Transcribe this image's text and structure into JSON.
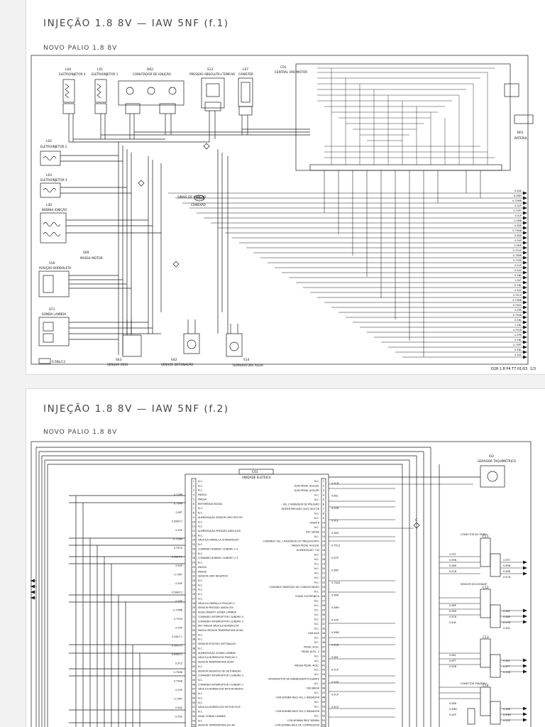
{
  "page1": {
    "title": "INJEÇÃO 1.8 8V — IAW 5NF (f.1)",
    "subtitle": "NOVO PALIO 1.8 8V",
    "footer_code": "D28 1.8 P4 T7 01/03",
    "page_number": "1/3",
    "components": [
      {
        "code": "L04",
        "label": "ELETROINJETOR 4"
      },
      {
        "code": "L01",
        "label": "ELETROINJETOR 1"
      },
      {
        "code": "D62",
        "label": "COMUTADOR DE IGNIÇÃO"
      },
      {
        "code": "S13",
        "label": "PRESSÃO ABSOLUTA+TEMP.AR"
      },
      {
        "code": "L07",
        "label": "CANISTER"
      },
      {
        "code": "C01",
        "label": "CENTRAL VÃO MOTOR"
      },
      {
        "code": "L02",
        "label": "ELETROINJETOR 2"
      },
      {
        "code": "L03",
        "label": "ELETROINJETOR 3"
      },
      {
        "code": "L30",
        "label": "BOBINA IGNIÇÃO"
      },
      {
        "code": "S09",
        "label": "MASSA MOTOR"
      },
      {
        "code": "S16",
        "label": "POSIÇÃO BORBOLETA"
      },
      {
        "code": "S71",
        "label": "SONDA LAMBDA"
      },
      {
        "code": "S43",
        "label": "SENSOR GIRO"
      },
      {
        "code": "S42",
        "label": "SENSOR DETONAÇÃO"
      },
      {
        "code": "S14",
        "label": "TEMPERATURA ÁGUA"
      },
      {
        "code": "B01",
        "label": "BATERIA"
      },
      {
        "code": "G404",
        "label": "CONEXÃO"
      }
    ],
    "notes": [
      "SINAIS DE IGNIÇÃO",
      "0.5NL/C2"
    ],
    "wire_labels": [
      "0.5AZ",
      "6.0NM",
      "0.75MR",
      "0.5VP",
      "0.75PT",
      "0.5LP",
      "0.5MB",
      "0.5BR",
      "0.75MB",
      "0.5BR",
      "0.5VP",
      "0.5MR",
      "0.75VE",
      "0.75BR",
      "0.75PR",
      "0.5VE",
      "0.5AZ",
      "0.5NL",
      "1.5VT",
      "0.5NL",
      "0.5AZ",
      "0.75CZ",
      "0.75MB",
      "0.75AZ",
      "0.5PR",
      "0.75AB",
      "0.5NL",
      "1.5NL",
      "0.75VB",
      "0.5PR",
      "0.5NL",
      "0.75PT",
      "0.5NL",
      "0.5AZ"
    ]
  },
  "page2": {
    "title": "INJEÇÃO 1.8 8V — IAW 5NF (f.2)",
    "subtitle": "NOVO PALIO 1.8 8V",
    "ecu_label": "UNIDADE ELETRICA",
    "ecu_code": "C01",
    "generator_code": "I02",
    "generator_label": "GERADOR TAQUIMETRICO",
    "connector_code": "C",
    "left_pins": [
      "N.C.",
      "N.C.",
      "N.C.",
      "MASSA",
      "MASSA",
      "REFERÊNCIA MASSA",
      "N.C.",
      "N.C.",
      "ALIMENTAÇÃO SENSOR GIRO MOTOR",
      "N.C.",
      "N.C.",
      "ALIMENTAÇÃO PRESSÃO ABSOLUTA",
      "N.C.",
      "VÁLVULA FARFALLA ALIMENTAÇÃO",
      "N.C.",
      "COMANDO BOBINA CILINDRO 1-4",
      "N.C.",
      "COMANDO BOBINA CILINDRO 2-3",
      "N.C.",
      "MASSA",
      "MASSA",
      "SENSOR GIRO NEGATIVO",
      "N.C.",
      "N.C.",
      "N.C.",
      "N.C.",
      "N.C.",
      "VÁLVULA FARFALLA POSIÇÃO 2",
      "SENSOR PRESSÃO ABSOLUTA",
      "AQUECIMENTO SONDA LAMBDA",
      "COMANDO INTERRUPTOR CILINDRO 4",
      "COMANDO INTERRUPTOR CILINDRO 2",
      "REF. MASSA VÁLVULA BORBOLETA",
      "MASSA SENSOR TEMPERATURA ÁGUA",
      "N.C.",
      "N.C.",
      "SENSOR POSITIVO DETONAÇÃO",
      "N.C.",
      "ALIMENTAÇÃO SONDA LAMBDA",
      "VÁLVULA BORBOLETA POSIÇÃO 1",
      "SENSOR TEMPERATURA ÁGUA",
      "N.C.",
      "SENSOR NEGATIVO DE DETONAÇÃO",
      "COMANDO INTERRUPTOR CILINDRO 3",
      "N.C.",
      "COMANDO INTERRUPTOR CILINDRO 1",
      "VÁLVULA BORBOLETA MOTOR MENOS",
      "N.C.",
      "N.C.",
      "N.C.",
      "VÁLVULA BORBOLETA MOTOR PLUS",
      "N.C.",
      "SINAL SONDA LAMBDA",
      "N.C.",
      "SENSOR TEMPERATURA DO AR"
    ],
    "right_pins": [
      "N.C.",
      "ALIM.PEDAL ACELER.",
      "ALIM.PEDAL ACELER.",
      "N.C.",
      "N.C.",
      "VEL.2 RADIADOR DE PRESSÃO",
      "INTERR.PRESSÃO ÓLEO MOTOR",
      "N.C.",
      "N.C.",
      "LINHA K",
      "N.C.",
      "KEY SENSE",
      "N.C.",
      "COMANDO VEL.1 RADIADOR DO PRESSOSTATO",
      "MASSA PEDAL ACELER.",
      "ALIMENTAÇÃO +30",
      "N.C.",
      "N.C.",
      "N.C.",
      "N.C.",
      "N.C.",
      "N.C.",
      "N.C.",
      "COMANDO INSERÇÃO AR CONDICIONADO",
      "N.C.",
      "CHAVE ELETRÔNICA",
      "N.C.",
      "N.C.",
      "N.C.",
      "N.C.",
      "N.C.",
      "N.C.",
      "N.C.",
      "CAN ALTA",
      "N.C.",
      "N.C.",
      "PEDAL ACEL.",
      "PEDAL ACEL. 2",
      "N.C.",
      "N.C.",
      "MASSA PEDAL ACEL.",
      "N.C.",
      "N.C.",
      "INTERRUPTOR DE EMBREAGEM PULSANTE",
      "N.C.",
      "CAN BAIXA",
      "N.C.",
      "COM.BOBINA RELÉ VEL.1 RADIADOR",
      "N.C.",
      "N.C.",
      "COM.BOBINA RELÉ VEL.2 RADIADOR",
      "N.C.",
      "COM.BOBINA RELÉ BOMBA",
      "COM.BOBINA RELÉ DE COMPRESSOR"
    ],
    "left_wires": [
      "0.75PR",
      "0.75PR",
      "0.5PT",
      "0.5BR-T1",
      "0.5VP",
      "0.75MR",
      "0.75CZ",
      "0.5NL-T1",
      "0.5VP",
      "0.75PT",
      "0.5VP",
      "0.5BR-T2",
      "0.5VP",
      "0.75MB",
      "0.75VE",
      "0.5VP",
      "0.5NL-T1",
      "0.5AZ-T2",
      "0.5BR-T1",
      "0.5CZ",
      "0.75NB",
      "0.75AB",
      "0.5VP",
      "0.75PT",
      "0.5AZ",
      "0.5VE"
    ],
    "right_wires": [
      "0.5CB",
      "0.5BL",
      "0.5ZB",
      "0.5CE",
      "0.5BR",
      "0.75CZ",
      "0.5VP",
      "0.5BP",
      "0.75AZ",
      "0.5BR",
      "0.5MR",
      "0.5ZP",
      "0.5MB",
      "0.5CB",
      "0.5BF",
      "0.5CP",
      "0.5ZB",
      "0.5CP",
      "0.5CZ"
    ],
    "connectors": [
      {
        "code": "C11",
        "wires": [
          "2.5TE",
          "0.5RN",
          "0.5BR",
          "0.5CB"
        ]
      },
      {
        "code": "C12",
        "wires": [
          "0.5BP",
          "0.5BR",
          "0.5CB",
          "0.5LB"
        ]
      },
      {
        "code": "C13",
        "wires": [
          "0.5BL",
          "0.5PT",
          "0.5VB"
        ]
      },
      {
        "code": "C14",
        "wires": [
          "0.5BR",
          "0.5MB",
          "0.5ZP"
        ]
      }
    ],
    "connector_titles": [
      "CONECTOR DO PAINEL",
      "SENSOR VELOCIDADE",
      "CONECTOR TRASEIRO"
    ]
  },
  "colors": {
    "ink": "#1a1a1a",
    "sheet": "#ffffff",
    "background": "#f2f2f2",
    "title": "#444444"
  }
}
